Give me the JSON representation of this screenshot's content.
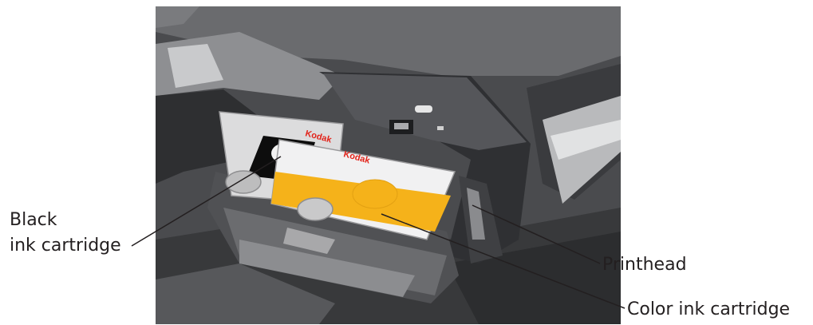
{
  "labels": {
    "black_line1": "Black",
    "black_line2": "ink cartridge",
    "printhead": "Printhead",
    "color": "Color ink cartridge"
  },
  "cartridge_brand": "Kodak",
  "colors": {
    "printer_dark": "#3a3a3c",
    "printer_mid": "#5c5d60",
    "cartridge_body": "#e9e9ea",
    "color_ink": "#f5b21a",
    "black_ink": "#0d0d0d",
    "brand_red": "#e2231a",
    "leader_line": "#231f20"
  }
}
